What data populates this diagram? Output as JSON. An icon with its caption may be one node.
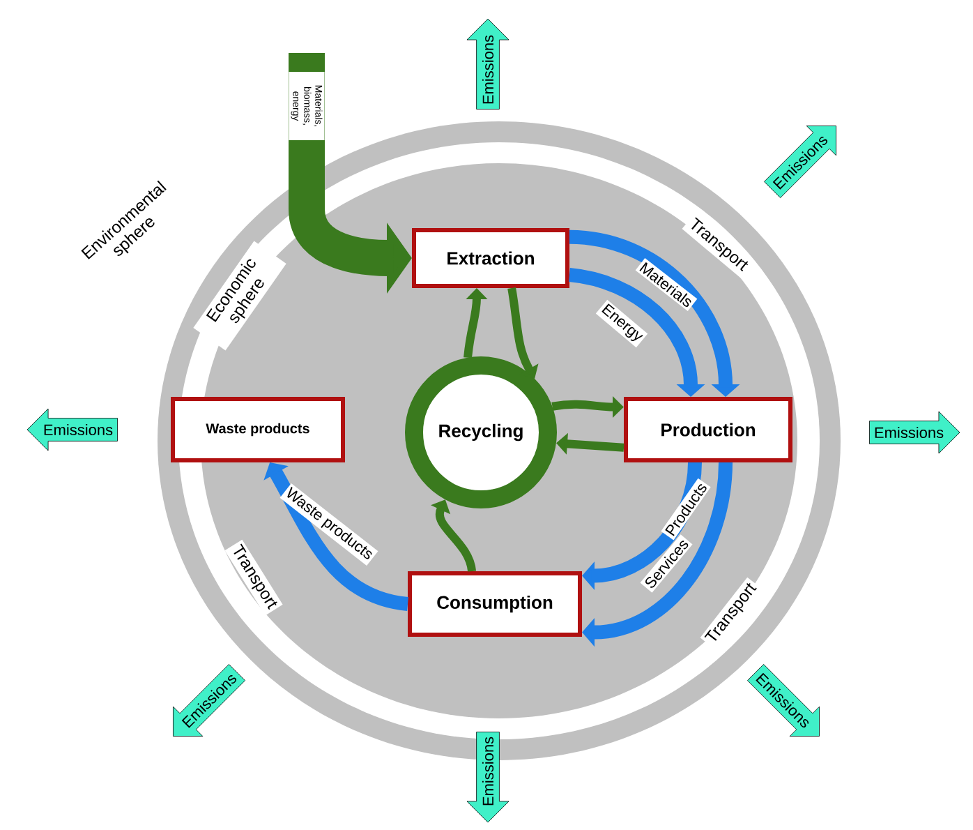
{
  "diagram": {
    "nodes": [
      {
        "text": [
          "Emissions"
        ]
      },
      {
        "text": [
          "Emissions"
        ]
      },
      {
        "text": [
          "Extraction"
        ]
      },
      {
        "text": [
          "Waste products"
        ]
      },
      {
        "text": [
          "Recycling"
        ]
      },
      {
        "text": [
          "Production"
        ]
      },
      {
        "text": [
          "Emissions"
        ]
      },
      {
        "text": [
          "Emissions"
        ]
      },
      {
        "text": [
          "Consumption"
        ]
      },
      {
        "text": [
          "Emissions"
        ]
      },
      {
        "text": [
          "Emissions"
        ]
      },
      {
        "text": [
          "Emissions"
        ]
      }
    ],
    "edges": [
      {
        "from": null,
        "to": 2,
        "arrow": "to",
        "label": "Materials, biomass, energy",
        "style": "thick",
        "color": "#3a7a1e"
      },
      {
        "from": 2,
        "to": 5,
        "arrow": "to",
        "label": "Materials",
        "color": "#1e7fe8"
      },
      {
        "from": 2,
        "to": 5,
        "arrow": "to",
        "label": "Energy",
        "color": "#1e7fe8"
      },
      {
        "from": 5,
        "to": 8,
        "arrow": "to",
        "label": "Products",
        "color": "#1e7fe8"
      },
      {
        "from": 5,
        "to": 8,
        "arrow": "to",
        "label": "Services",
        "color": "#1e7fe8"
      },
      {
        "from": 8,
        "to": 3,
        "arrow": "to",
        "label": "Waste products",
        "color": "#1e7fe8"
      },
      {
        "from": 4,
        "to": 2,
        "arrow": "to",
        "color": "#3a7a1e"
      },
      {
        "from": 2,
        "to": 4,
        "arrow": "to",
        "color": "#3a7a1e"
      },
      {
        "from": 4,
        "to": 5,
        "arrow": "to",
        "color": "#3a7a1e"
      },
      {
        "from": 5,
        "to": 4,
        "arrow": "to",
        "color": "#3a7a1e"
      },
      {
        "from": 8,
        "to": 4,
        "arrow": "to",
        "color": "#3a7a1e"
      }
    ],
    "labels": [
      "Environmental sphere",
      "Economic sphere",
      "Transport",
      "Transport",
      "Transport"
    ]
  }
}
